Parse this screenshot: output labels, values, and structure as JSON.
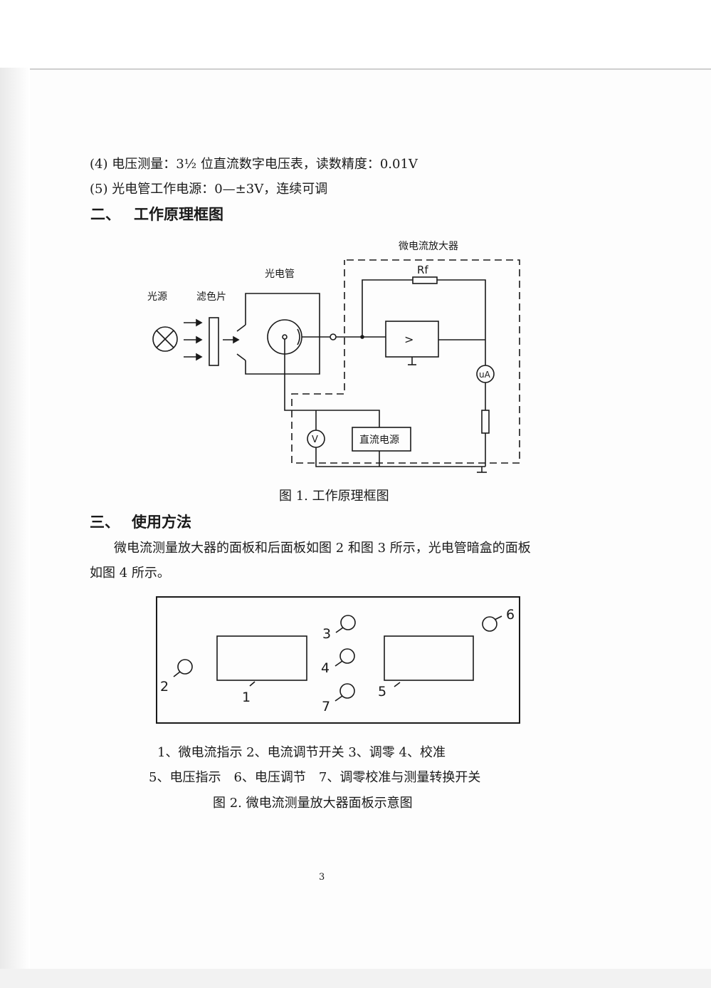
{
  "spec_lines": [
    "(4) 电压测量：3½ 位直流数字电压表，读数精度：0.01V",
    "(5) 光电管工作电源：0—±3V，连续可调"
  ],
  "section2": {
    "number": "二、",
    "title": "工作原理框图"
  },
  "figure1": {
    "labels": {
      "light_source": "光源",
      "filter": "滤色片",
      "phototube": "光电管",
      "amplifier": "微电流放大器",
      "rf": "Rf",
      "amp_symbol": ">",
      "microammeter": "uA",
      "voltmeter": "V",
      "dc_supply": "直流电源"
    },
    "caption": "图 1. 工作原理框图"
  },
  "section3": {
    "number": "三、",
    "title": "使用方法",
    "paragraph_line1": "微电流测量放大器的面板和后面板如图 2 和图 3 所示，光电管暗盒的面板",
    "paragraph_line2": "如图 4 所示。"
  },
  "figure2": {
    "callouts": [
      "1",
      "2",
      "3",
      "4",
      "5",
      "6",
      "7"
    ],
    "legend_line1": "1、微电流指示 2、电流调节开关 3、调零 4、校准",
    "legend_line2": "5、电压指示　6、电压调节　7、调零校准与测量转换开关",
    "caption": "图 2. 微电流测量放大器面板示意图"
  },
  "page_number": "3"
}
